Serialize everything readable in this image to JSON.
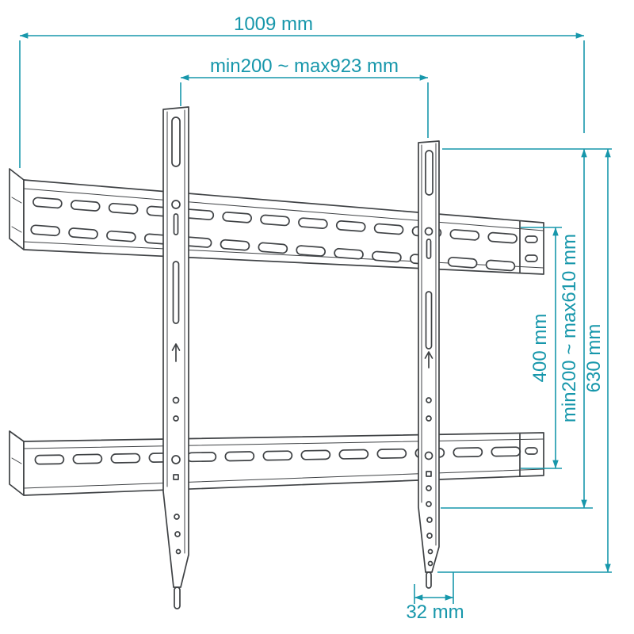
{
  "colors": {
    "dimension_accent": "#1797ab",
    "drawing_line": "#3f4245",
    "background": "#ffffff"
  },
  "dimension_labels": {
    "overall_width": "1009 mm",
    "horizontal_hole_range": "min200 ~ max923 mm",
    "vertical_hole_spacing": "400 mm",
    "vertical_hole_range": "min200 ~ max610 mm",
    "bracket_height": "630 mm",
    "profile_depth": "32 mm"
  }
}
